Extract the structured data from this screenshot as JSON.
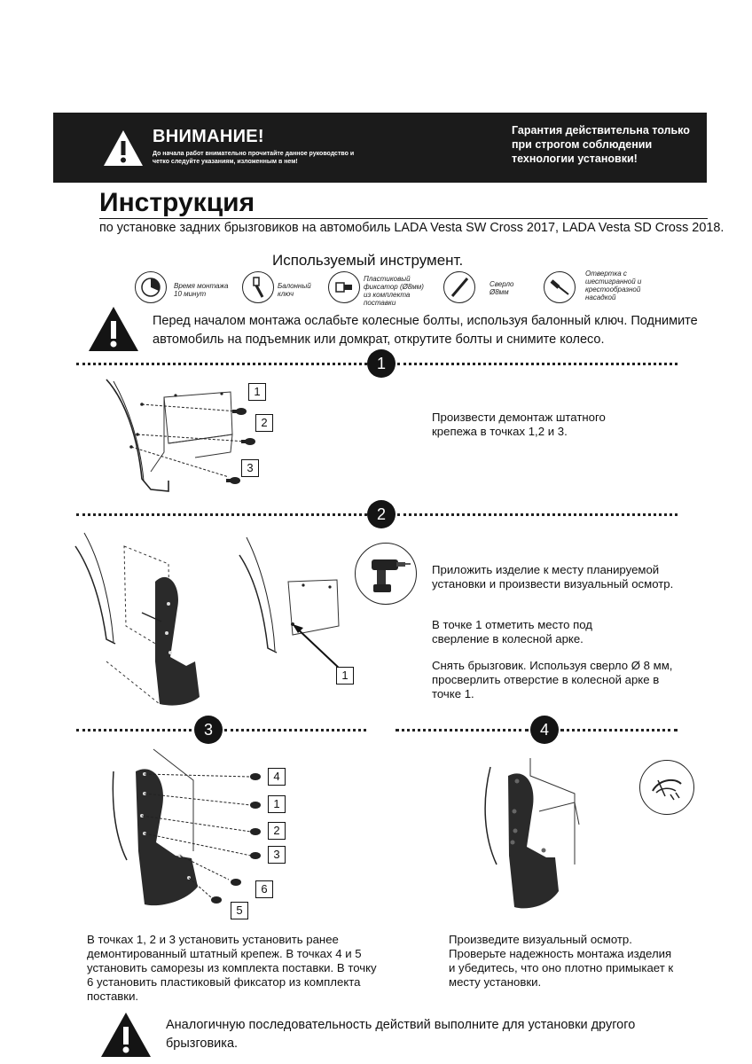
{
  "banner": {
    "title": "ВНИМАНИЕ!",
    "subtitle": "До начала работ внимательно прочитайте данное руководство и четко следуйте указаниям, изложенным в нем!",
    "right_text": "Гарантия действительна только при строгом соблюдении технологии установки!"
  },
  "header": {
    "title": "Инструкция",
    "subtitle": "по установке задних брызговиков на автомобиль LADA Vesta SW Cross 2017, LADA Vesta SD Cross 2018."
  },
  "tools": {
    "heading": "Используемый инструмент.",
    "items": [
      {
        "icon": "clock-icon",
        "label": "Время монтажа 10 минут"
      },
      {
        "icon": "wheel-wrench-icon",
        "label": "Балонный ключ"
      },
      {
        "icon": "plastic-clip-icon",
        "label": "Пластиковый фиксатор (Ø8мм) из комплекта поставки"
      },
      {
        "icon": "drill-bit-icon",
        "label": "Сверло Ø8мм"
      },
      {
        "icon": "screwdriver-icon",
        "label": "Отвертка с шестигранной и крестообразной насадкой"
      }
    ]
  },
  "warning_top": "Перед началом монтажа ослабьте колесные болты, используя балонный ключ. Поднимите автомобиль на подъемник или домкрат, открутите болты и снимите колесо.",
  "steps": {
    "s1": {
      "num": "1",
      "text": "Произвести демонтаж штатного крепежа в точках 1,2 и 3.",
      "callouts": [
        "1",
        "2",
        "3"
      ]
    },
    "s2": {
      "num": "2",
      "text_1": "Приложить изделие к месту планируемой установки и произвести визуальный осмотр.",
      "text_2": "В точке 1 отметить место под сверление в колесной арке.",
      "text_3": "Снять брызговик. Используя сверло Ø 8 мм, просверлить отверстие в колесной арке в точке 1.",
      "callout": "1"
    },
    "s3": {
      "num": "3",
      "text": "В точках 1, 2 и 3 установить установить ранее демонтированный штатный крепеж. В точках 4 и 5 установить саморезы из комплекта поставки. В точку 6 установить пластиковый фиксатор из комплекта поставки.",
      "callouts": [
        "4",
        "1",
        "2",
        "3",
        "6",
        "5"
      ]
    },
    "s4": {
      "num": "4",
      "text": "Произведите визуальный осмотр. Проверьте надежность монтажа изделия и убедитесь, что оно плотно примыкает к месту установки."
    }
  },
  "warning_bottom": "Аналогичную последовательность действий выполните для установки другого брызговика."
}
